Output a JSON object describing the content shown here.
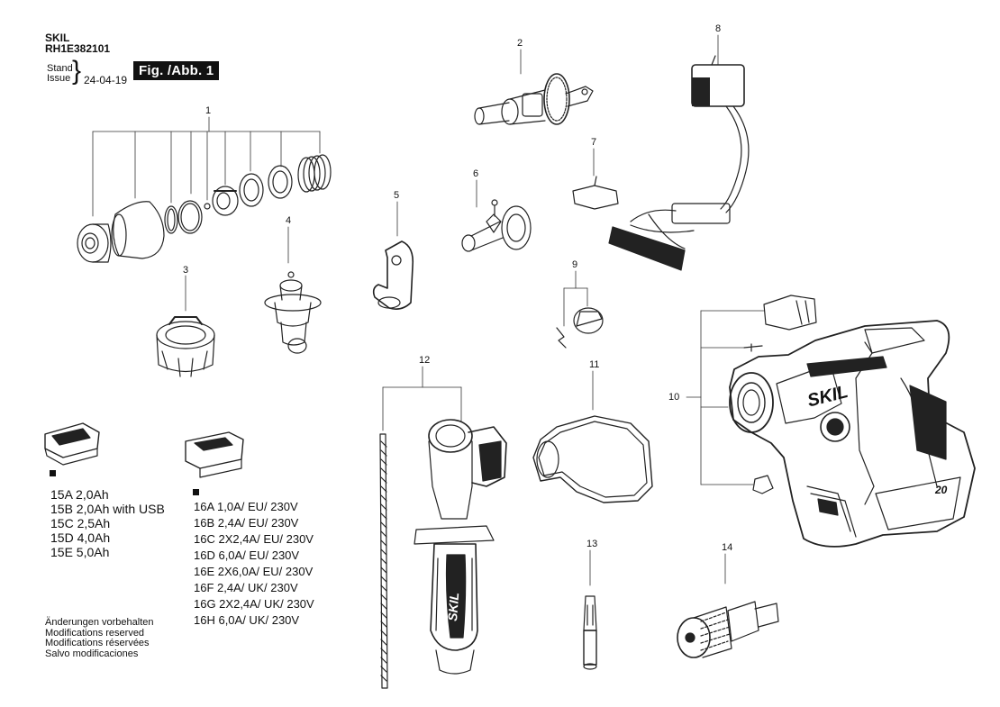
{
  "header": {
    "brand": "SKIL",
    "model": "RH1E382101",
    "stand_label": "Stand",
    "issue_label": "Issue",
    "date": "24-04-19",
    "figure_label": "Fig. /Abb. 1"
  },
  "callouts": [
    "1",
    "2",
    "3",
    "4",
    "5",
    "6",
    "7",
    "8",
    "9",
    "10",
    "11",
    "12",
    "13",
    "14"
  ],
  "battery_list": [
    "15A  2,0Ah",
    "15B  2,0Ah with USB",
    "15C  2,5Ah",
    "15D  4,0Ah",
    "15E  5,0Ah"
  ],
  "charger_list": [
    "16A  1,0A/ EU/ 230V",
    "16B  2,4A/ EU/ 230V",
    "16C  2X2,4A/ EU/ 230V",
    "16D  6,0A/ EU/ 230V",
    "16E  2X6,0A/ EU/ 230V",
    "16F  2,4A/ UK/ 230V",
    "16G  2X2,4A/ UK/ 230V",
    "16H  6,0A/ UK/ 230V"
  ],
  "notes": [
    "Änderungen vorbehalten",
    "Modifications reserved",
    "Modifications réservées",
    "Salvo modificaciones"
  ],
  "tool_logo": "SKIL",
  "handle_logo": "SKIL",
  "voltage_badge": "20"
}
